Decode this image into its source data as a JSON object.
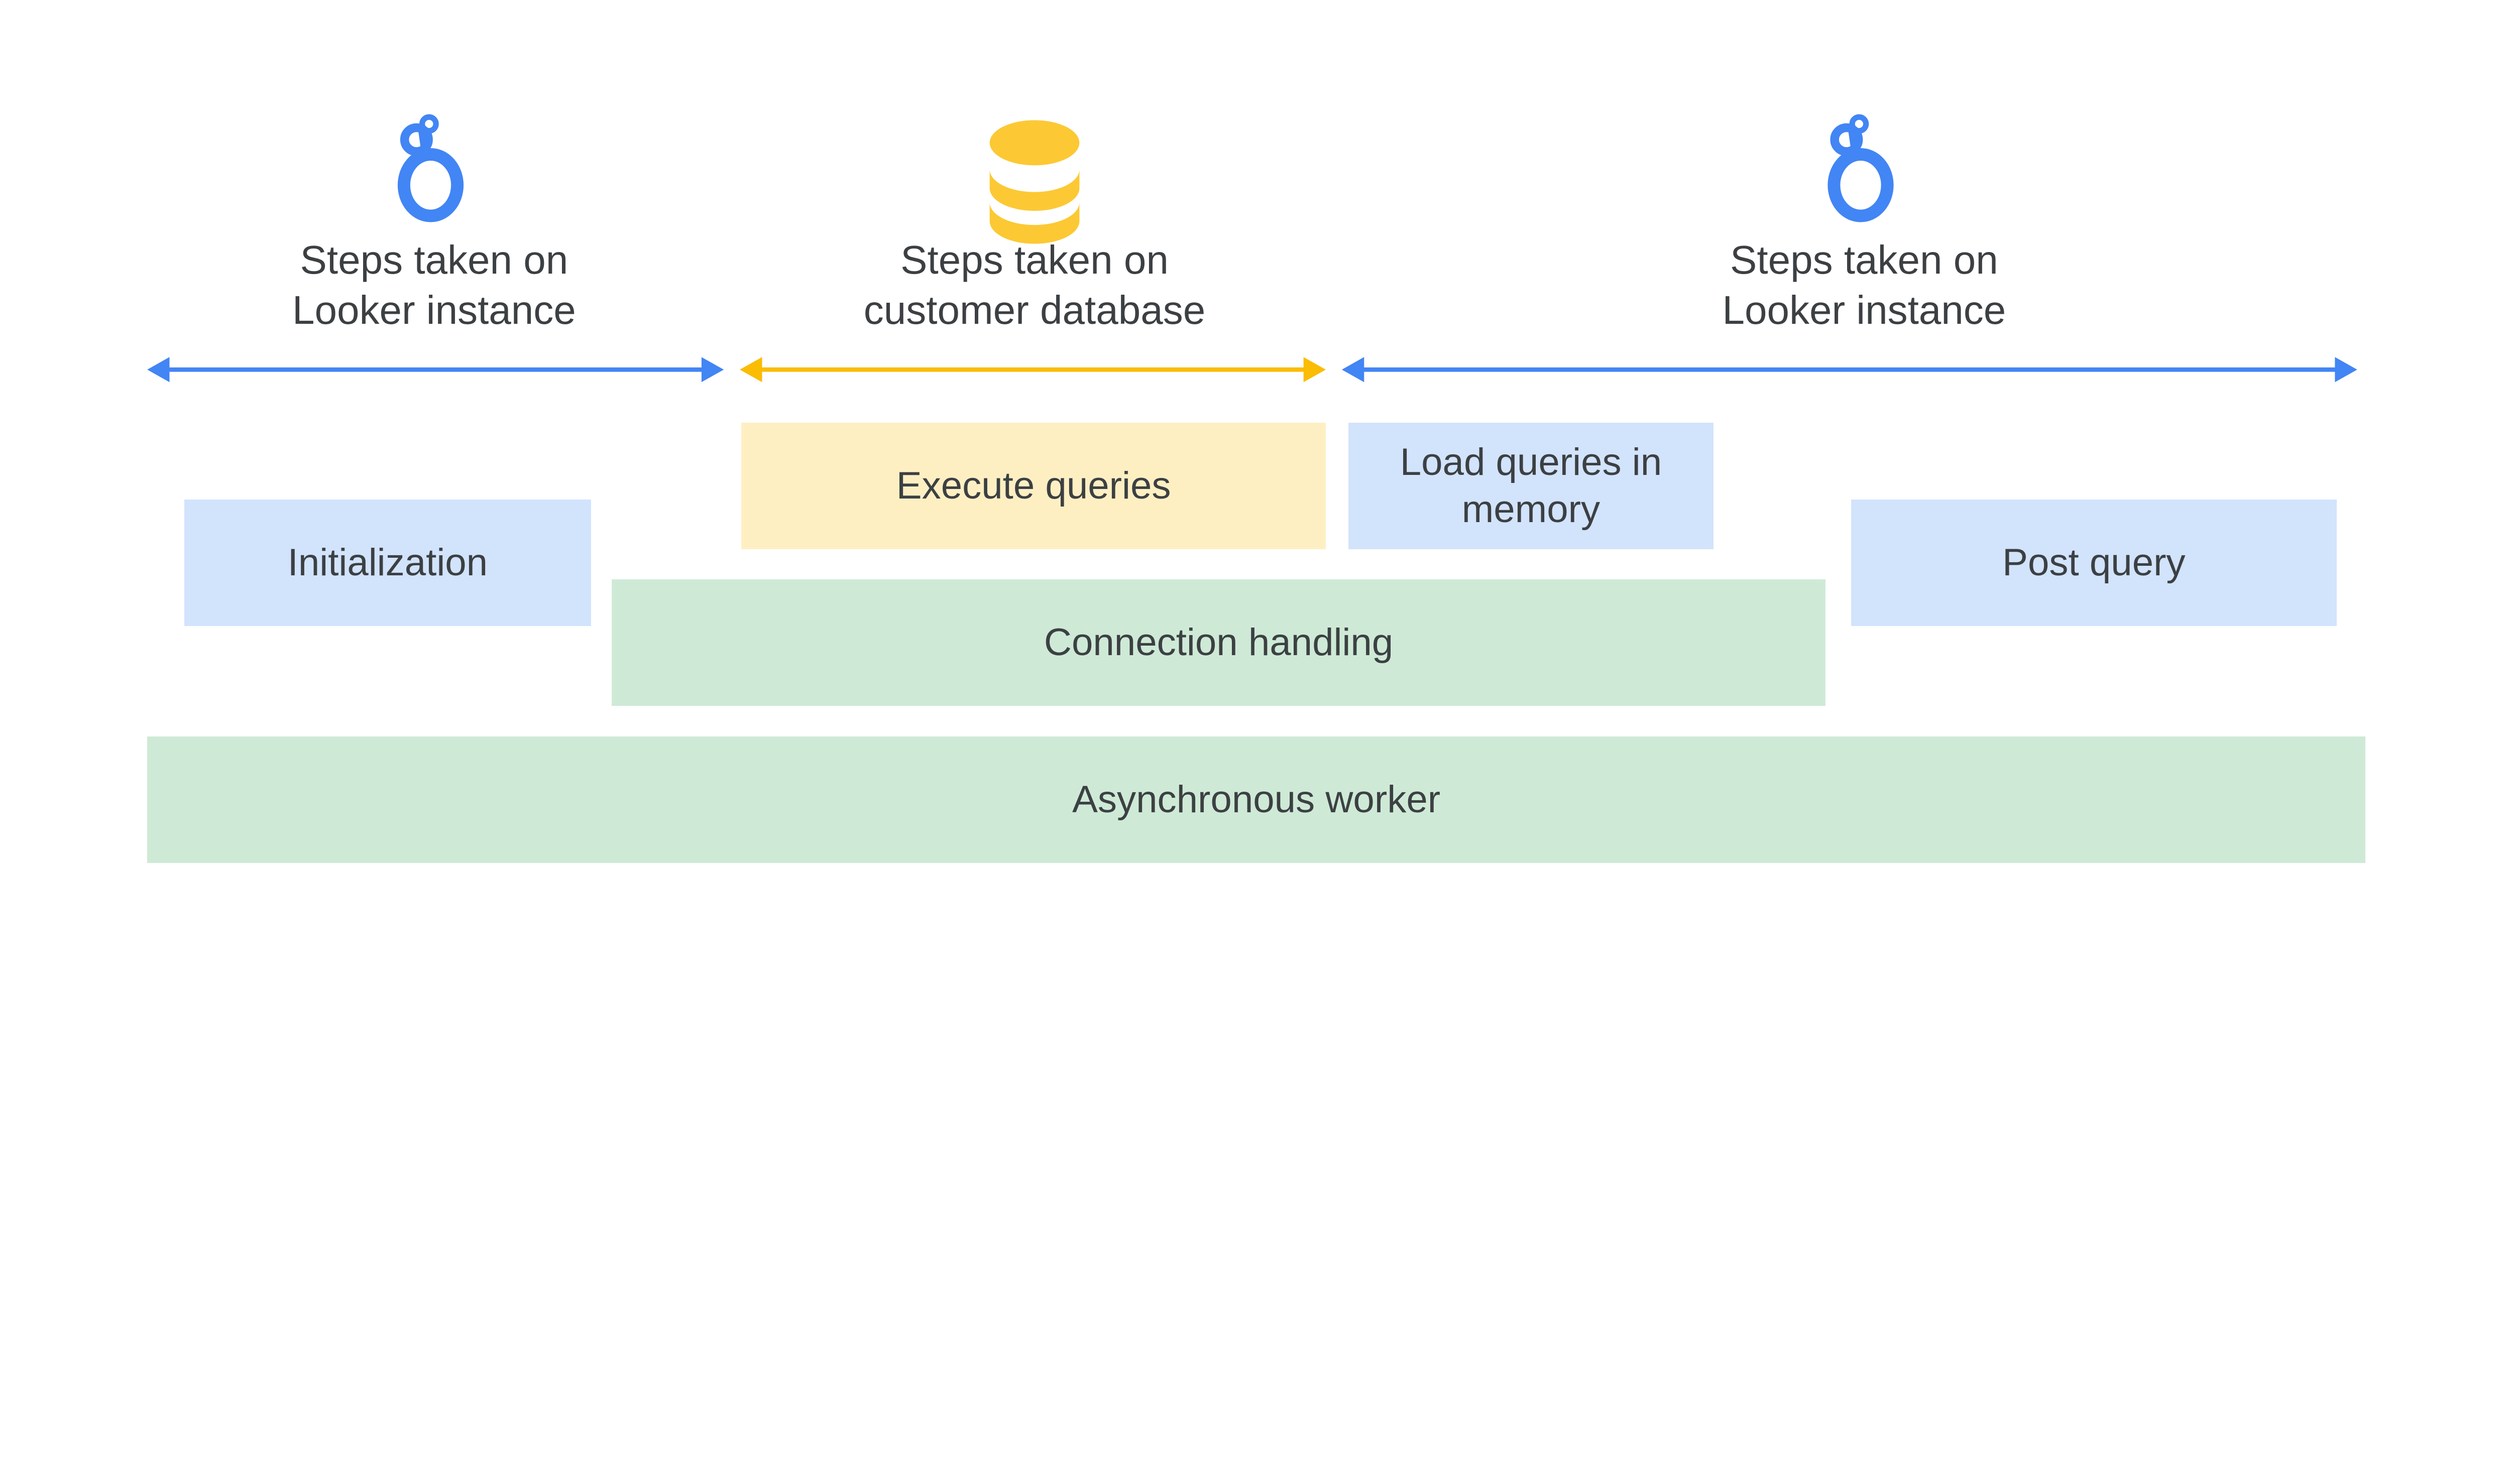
{
  "sections": [
    {
      "icon": "looker-logo-icon",
      "line1": "Steps taken on",
      "line2": "Looker instance",
      "color": "#4285f4"
    },
    {
      "icon": "database-icon",
      "line1": "Steps taken on",
      "line2": "customer database",
      "color": "#fbbc04"
    },
    {
      "icon": "looker-logo-icon",
      "line1": "Steps taken on",
      "line2": "Looker instance",
      "color": "#4285f4"
    }
  ],
  "boxes": {
    "execute_queries": "Execute queries",
    "load_queries": "Load queries in memory",
    "initialization": "Initialization",
    "post_query": "Post query",
    "connection_handling": "Connection handling",
    "asynchronous_worker": "Asynchronous worker"
  },
  "colors": {
    "looker_blue": "#4285f4",
    "database_yellow": "#fcc934",
    "blue_box": "#d2e3fc",
    "yellow_box": "#feefc3",
    "green_box": "#ceead6",
    "text": "#3c4043"
  }
}
